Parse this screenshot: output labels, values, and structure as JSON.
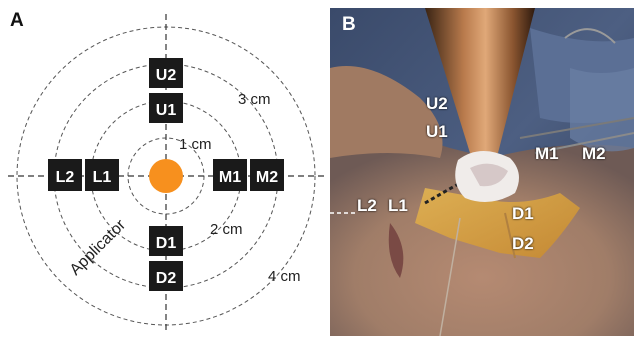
{
  "panel_a": {
    "letter": "A",
    "electrodes": [
      {
        "id": "u2",
        "label": "U2"
      },
      {
        "id": "u1",
        "label": "U1"
      },
      {
        "id": "l2",
        "label": "L2"
      },
      {
        "id": "l1",
        "label": "L1"
      },
      {
        "id": "m1",
        "label": "M1"
      },
      {
        "id": "m2",
        "label": "M2"
      },
      {
        "id": "d1",
        "label": "D1"
      },
      {
        "id": "d2",
        "label": "D2"
      }
    ],
    "distance_labels": [
      {
        "id": "1cm",
        "text": "1 cm"
      },
      {
        "id": "2cm",
        "text": "2 cm"
      },
      {
        "id": "3cm",
        "text": "3 cm"
      },
      {
        "id": "4cm",
        "text": "4 cm"
      }
    ],
    "applicator_label": "Applicator",
    "colors": {
      "applicator": "#f7901e",
      "electrode": "#1a1a1a",
      "circle": "#555555"
    }
  },
  "panel_b": {
    "letter": "B",
    "labels": [
      {
        "id": "u2",
        "text": "U2"
      },
      {
        "id": "u1",
        "text": "U1"
      },
      {
        "id": "m1",
        "text": "M1"
      },
      {
        "id": "m2",
        "text": "M2"
      },
      {
        "id": "l2",
        "text": "L2"
      },
      {
        "id": "l1",
        "text": "L1"
      },
      {
        "id": "d1",
        "text": "D1"
      },
      {
        "id": "d2",
        "text": "D2"
      }
    ]
  }
}
